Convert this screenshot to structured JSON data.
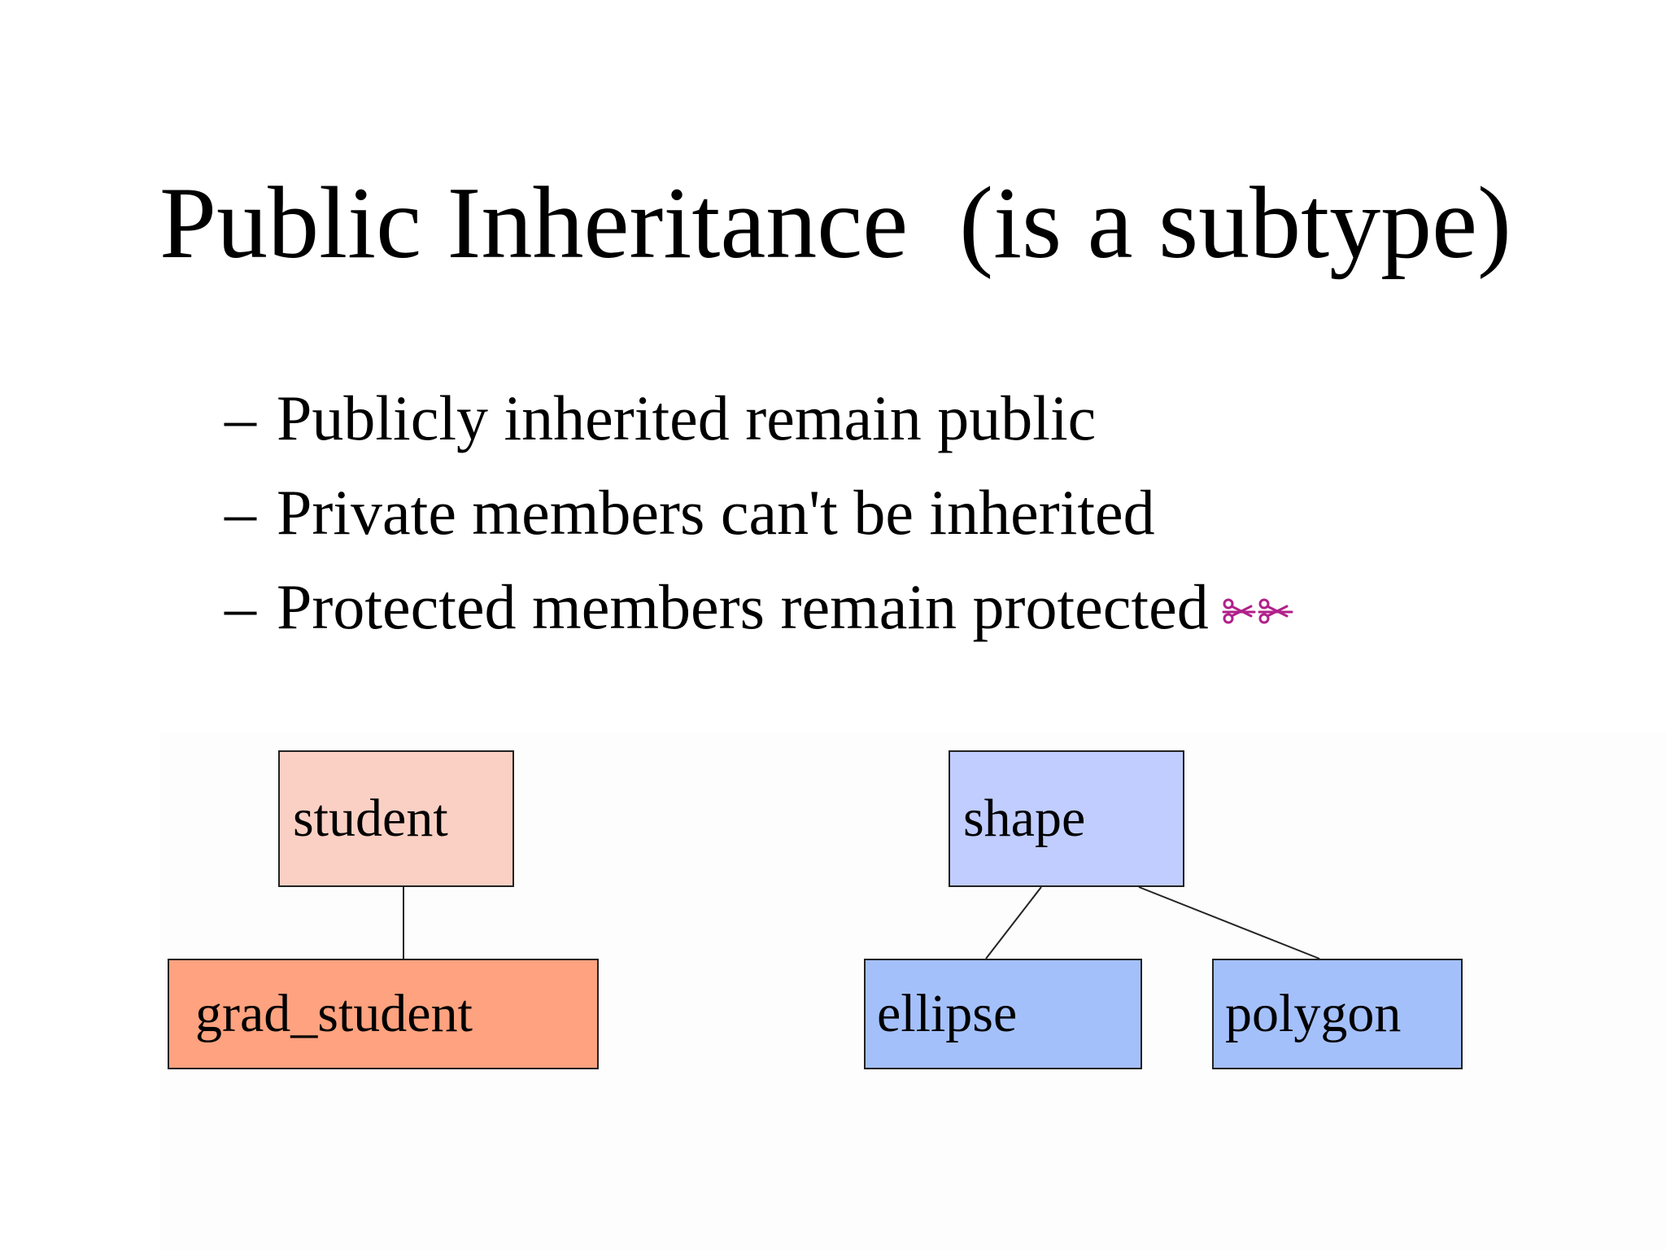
{
  "slide": {
    "title": "Public Inheritance  (is a subtype)",
    "bullets": [
      "Publicly inherited remain public",
      "Private members can't be inherited",
      "Protected members remain protected"
    ],
    "bullet_marker": "–",
    "annotation_icon": "scissors-icon"
  },
  "diagram": {
    "left_hierarchy": {
      "parent": "student",
      "child": "grad_student"
    },
    "right_hierarchy": {
      "parent": "shape",
      "children": [
        "ellipse",
        "polygon"
      ]
    },
    "colors": {
      "student": "#fbd0c4",
      "grad_student": "#fea27f",
      "shape": "#c0cdfe",
      "ellipse": "#a4c0fb",
      "polygon": "#a4c0fb",
      "annotation": "#b0208a"
    }
  }
}
